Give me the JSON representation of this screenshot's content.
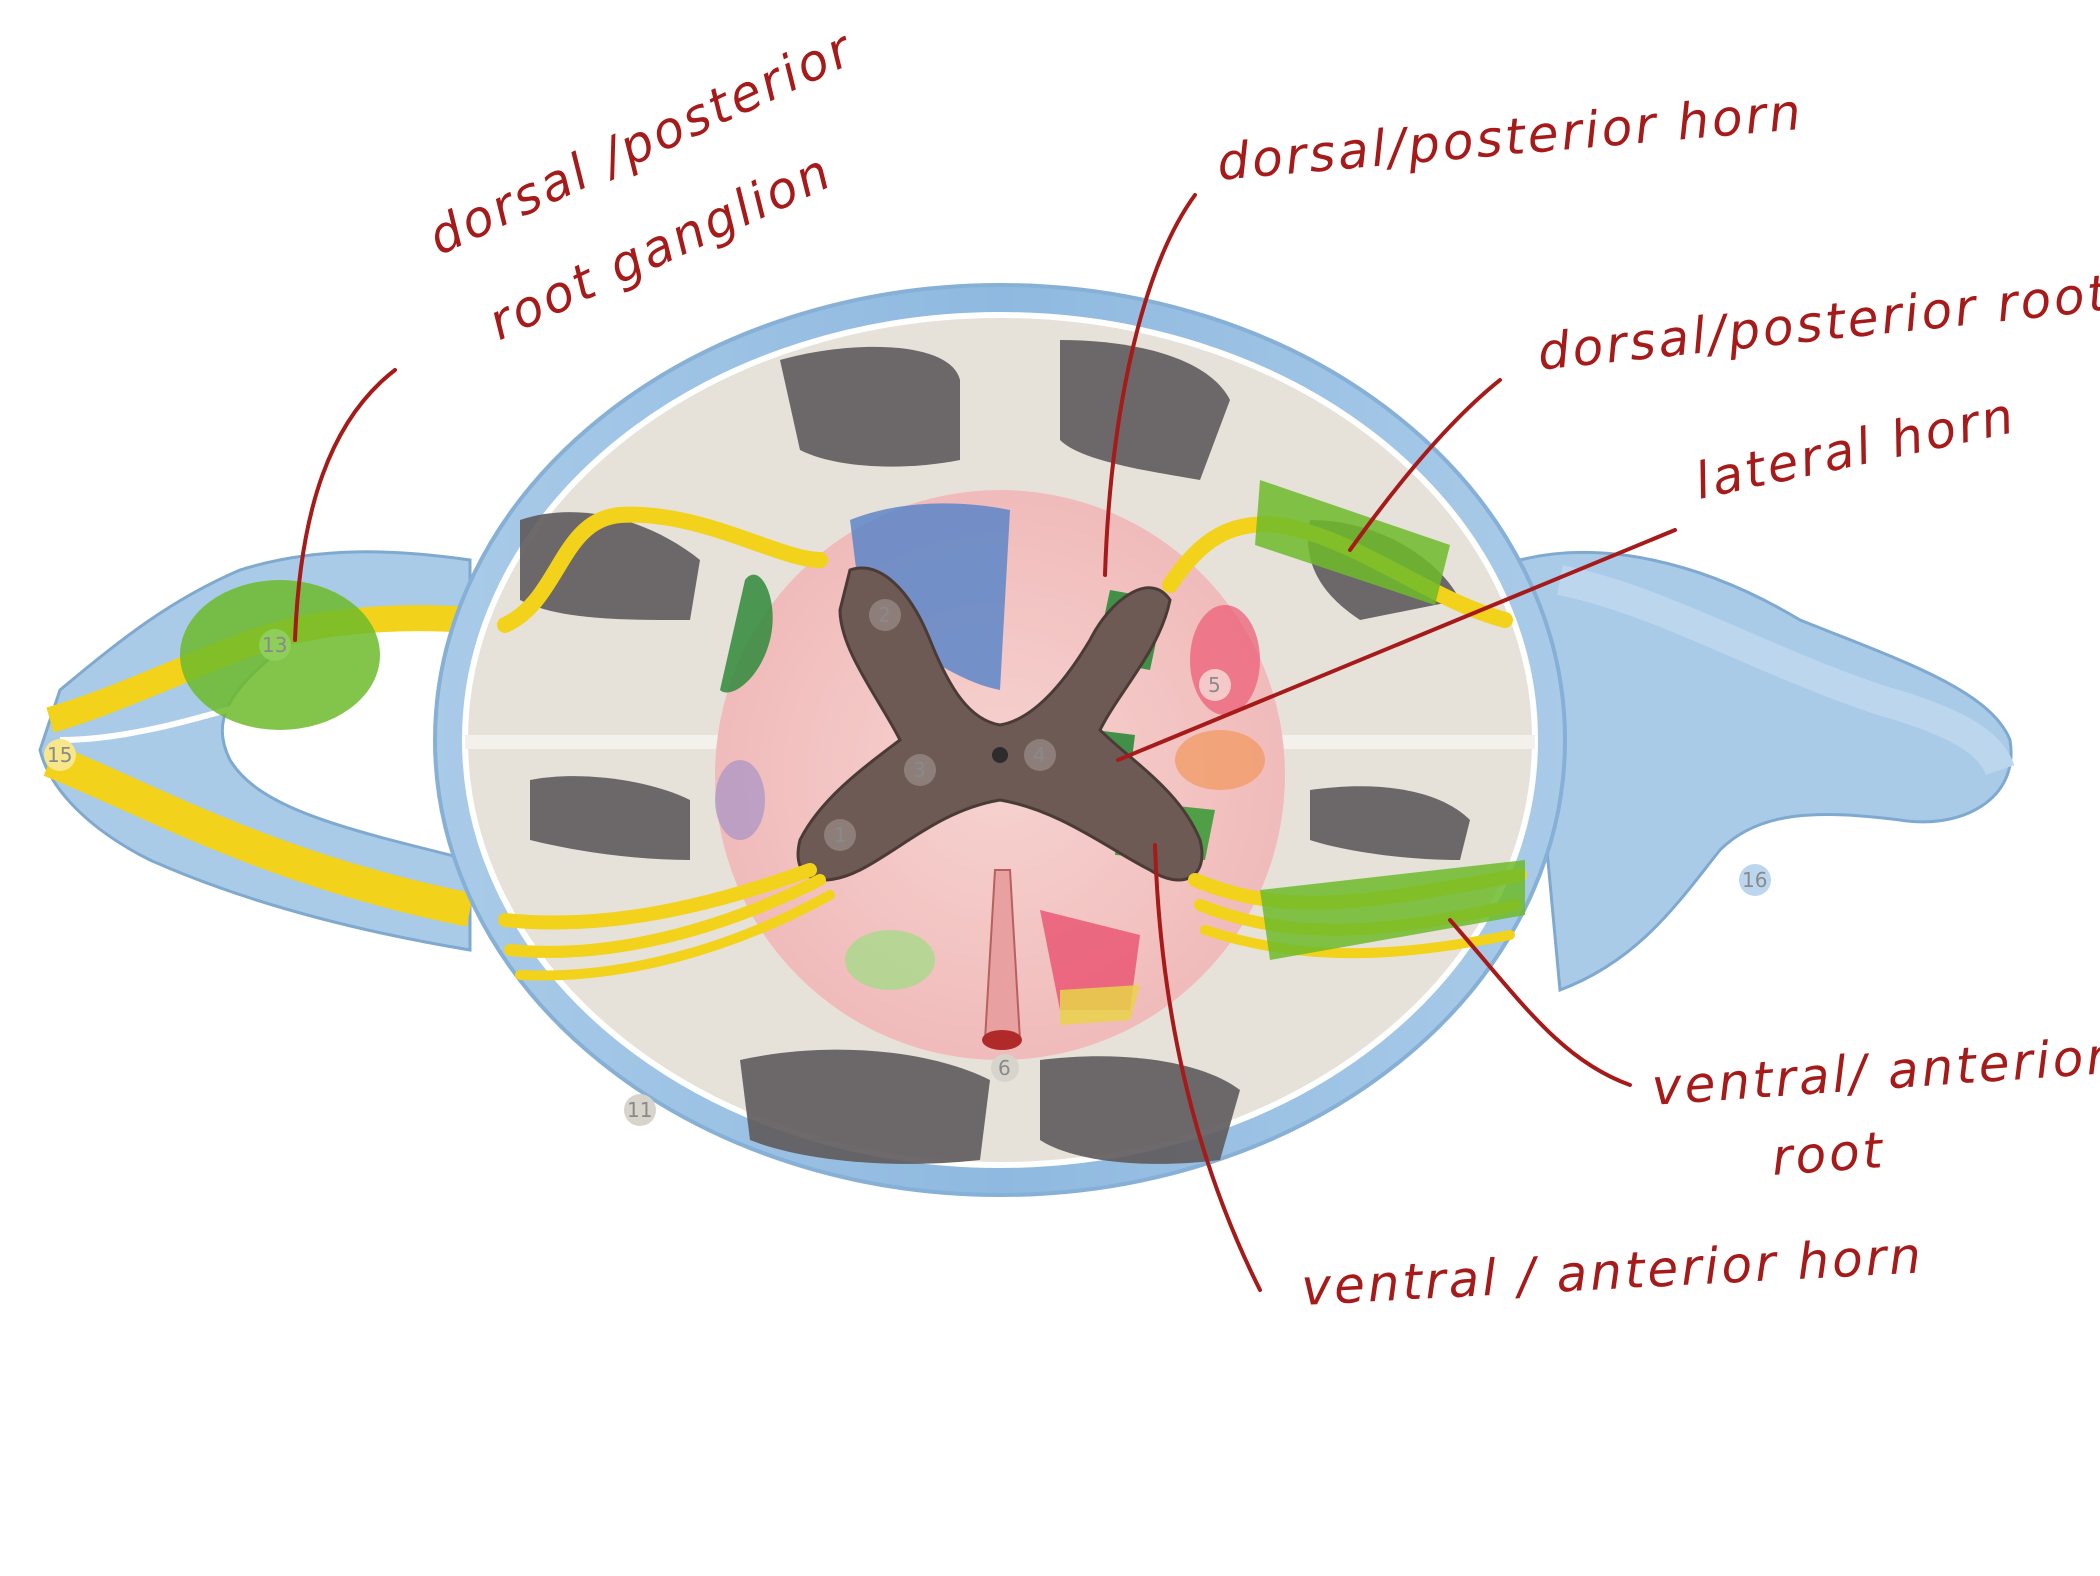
{
  "labels": {
    "drg_line1": "dorsal /posterior",
    "drg_line2": "root  ganglion",
    "dorsal_horn": "dorsal/posterior    horn",
    "dorsal_root": "dorsal/posterior root",
    "lateral_horn": "lateral horn",
    "ventral_root_line1": "ventral/ anterior",
    "ventral_root_line2": "root",
    "ventral_horn": "ventral / anterior horn"
  },
  "model_numbers": [
    "1",
    "2",
    "3",
    "4",
    "5",
    "6",
    "11",
    "13",
    "15",
    "16"
  ],
  "colors": {
    "annotation": "#a61a1a",
    "meninges": "#a9cbe8",
    "white_matter": "#e6e2da",
    "grey_matter": "#6e5a55",
    "nerve": "#f2d21a",
    "highlight": "#6dbb2a"
  }
}
